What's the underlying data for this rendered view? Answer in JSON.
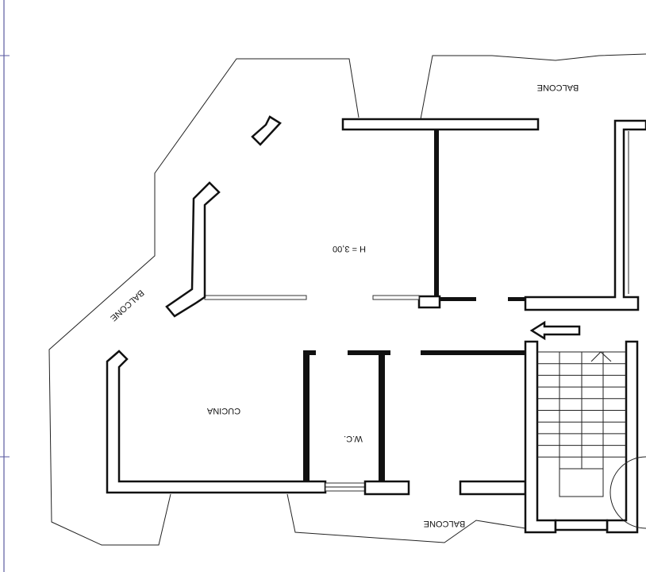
{
  "labels": {
    "balcony_top": "BALCONE",
    "ceiling_height": "H = 3,00",
    "balcony_left": "BALCONE",
    "kitchen": "CUCINA",
    "wc": "W.C.",
    "balcony_bottom": "BALCONE"
  },
  "orientation": "rotated 180 degrees",
  "colors": {
    "lines": "#111111",
    "margin_line": "#5a5aa0"
  }
}
